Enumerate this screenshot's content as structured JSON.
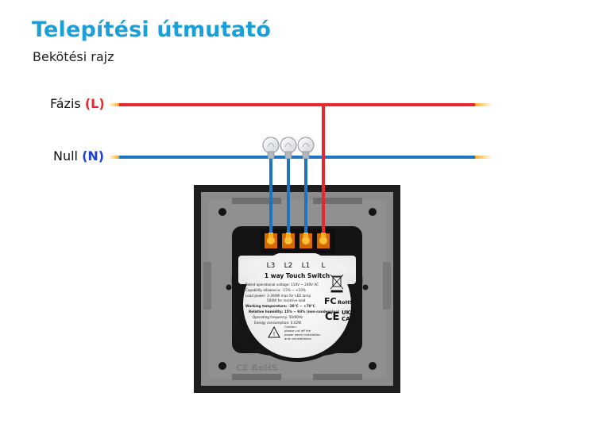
{
  "title": "Telepítési útmutató",
  "subtitle": "Bekötési rajz",
  "wires": {
    "phase": {
      "name": "Fázis",
      "code": "(L)",
      "color": "#e8262b"
    },
    "neutral": {
      "name": "Null",
      "code": "(N)",
      "color": "#1f74c2"
    }
  },
  "accent_colors": {
    "title": "#1a9fd9",
    "phase_code": "#e8262b",
    "neutral_code": "#1d3fd6",
    "wire_end": "#f7b11e"
  },
  "terminals": [
    "L3",
    "L2",
    "L1",
    "L"
  ],
  "module": {
    "heading": "1 way Touch Switch",
    "specs": [
      "Rated operational voltage: 110V ~ 240V AC",
      "Capability allowance: -15% ~ +10%",
      "Load power: 3-300W max for LED lamp",
      "500W for resistive load",
      "Working temperature: -20°C ~ +70°C",
      "Relative humidity: 15% ~ 93% (non-condensing)",
      "Operating frequency: 50/60Hz",
      "Energy consumption: 0.02W"
    ],
    "caution": [
      "Caution:",
      "please cut off the",
      "power when installation",
      "and uninstallation"
    ],
    "marks": {
      "fc": "FC",
      "rohs": "RoHS",
      "ce": "CE",
      "ukca_top": "UK",
      "ukca_bottom": "CA"
    }
  },
  "plate_embossed": "CE RoHS"
}
